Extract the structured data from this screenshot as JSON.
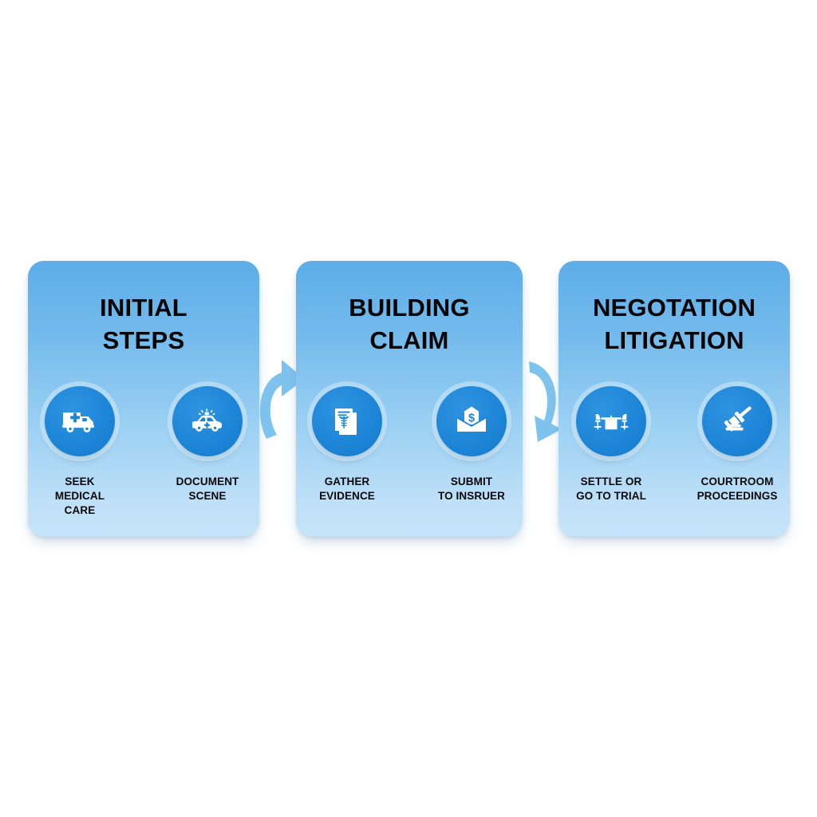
{
  "diagram": {
    "type": "process-flow",
    "orientation": "horizontal",
    "stage_count": 3,
    "colors": {
      "background": "#ffffff",
      "panel_gradient_top": "#5cadE8",
      "panel_gradient_bottom": "#c6e4f9",
      "badge_blue": "#1c84d6",
      "glyph_white": "#ffffff",
      "arrow_blue": "#7ec3ee",
      "title_black": "#050505"
    }
  },
  "stages": [
    {
      "title": "INITIAL\nSTEPS",
      "items": [
        {
          "icon": "ambulance-icon",
          "caption": "SEEK\nMEDICAL\nCARE"
        },
        {
          "icon": "police-car-icon",
          "caption": "DOCUMENT\nSCENE"
        }
      ]
    },
    {
      "title": "BUILDING\nCLAIM",
      "items": [
        {
          "icon": "medical-records-icon",
          "caption": "GATHER\nEVIDENCE"
        },
        {
          "icon": "money-envelope-icon",
          "caption": "SUBMIT\nTO INSRUER"
        }
      ]
    },
    {
      "title": "NEGOTATION\nLITIGATION",
      "items": [
        {
          "icon": "negotiation-table-icon",
          "caption": "SETTLE OR\nGO TO TRIAL"
        },
        {
          "icon": "gavel-icon",
          "caption": "COURTROOM\nPROCEEDINGS"
        }
      ]
    }
  ],
  "connectors": [
    {
      "name": "arrow-stage1-to-stage2",
      "direction": "up-right",
      "shape": "curved-arrow"
    },
    {
      "name": "arrow-stage2-to-stage3",
      "direction": "down-left",
      "shape": "curved-arrow"
    }
  ]
}
